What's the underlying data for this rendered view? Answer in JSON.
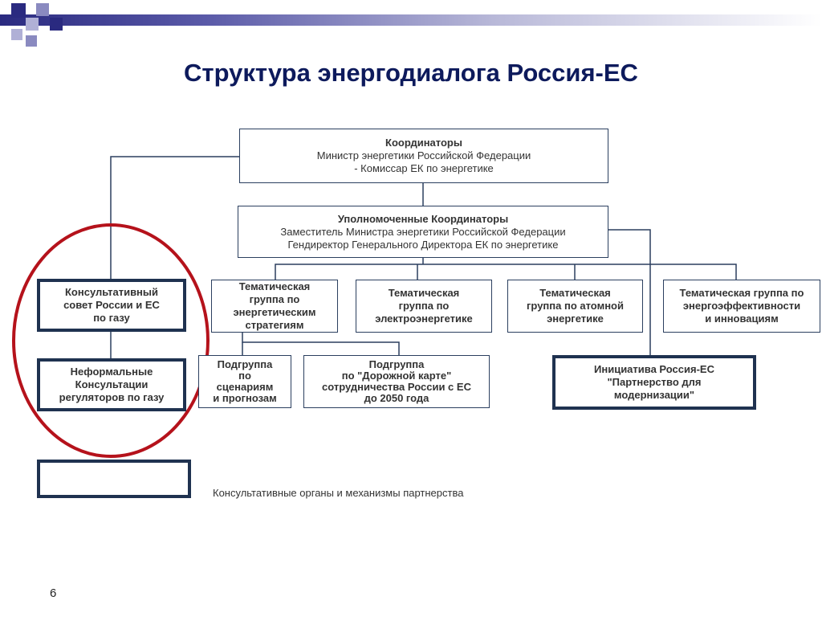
{
  "title": "Структура энергодиалога Россия-ЕС",
  "page_number": "6",
  "coordinators": {
    "heading": "Координаторы",
    "body": "Министр энергетики Российской Федерации\n- Комиссар ЕК по энергетике"
  },
  "authorized_coordinators": {
    "heading": "Уполномоченные Координаторы",
    "body": "Заместитель Министра энергетики Российской Федерации\nГендиректор Генерального Директора ЕК по энергетике"
  },
  "advisory_council": "Консультативный\nсовет России и ЕС\nпо газу",
  "informal_consultations": "Неформальные\nКонсультации\nрегуляторов по газу",
  "thematic_groups": [
    "Тематическая\nгруппа по\nэнергетическим\nстратегиям",
    "Тематическая\nгруппа по\nэлектроэнергетике",
    "Тематическая\nгруппа по атомной\nэнергетике",
    "Тематическая группа по\nэнергоэффективности\nи инновациям"
  ],
  "subgroups": [
    "Подгруппа\nпо\nсценариям\nи прогнозам",
    "Подгруппа\nпо \"Дорожной карте\"\nсотрудничества России с ЕС\nдо 2050 года"
  ],
  "initiative": "Инициатива Россия-ЕС\n\"Партнерство для\nмодернизации\"",
  "legend": "Консультативные органы и механизмы партнерства",
  "colors": {
    "title": "#0d1a5c",
    "box_border": "#2b3f5f",
    "highlight_circle": "#b5121b"
  }
}
